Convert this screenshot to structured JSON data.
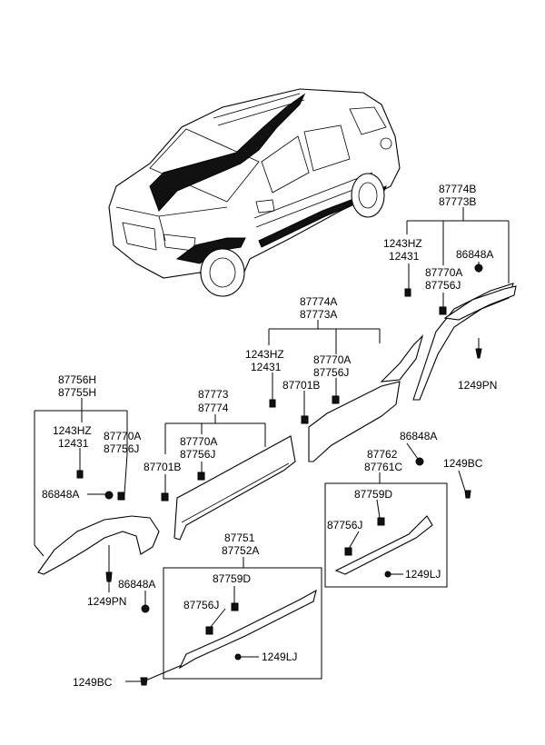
{
  "labels": {
    "p87774B": "87774B",
    "p87773B": "87773B",
    "p1243HZ_r": "1243HZ",
    "p12431_r": "12431",
    "p86848A_r": "86848A",
    "p87770A_r": "87770A",
    "p87756J_r": "87756J",
    "p1249PN_r": "1249PN",
    "p87774A": "87774A",
    "p87773A": "87773A",
    "p1243HZ_m": "1243HZ",
    "p12431_m": "12431",
    "p87770A_m": "87770A",
    "p87756J_m": "87756J",
    "p87701B_m": "87701B",
    "p87773": "87773",
    "p87774": "87774",
    "p87770A_c": "87770A",
    "p87756J_c": "87756J",
    "p87701B_c": "87701B",
    "p87756H": "87756H",
    "p87755H": "87755H",
    "p1243HZ_l": "1243HZ",
    "p12431_l": "12431",
    "p87770A_l": "87770A",
    "p87756J_l": "87756J",
    "p86848A_l": "86848A",
    "p1249PN_l": "1249PN",
    "p86848A_rb": "86848A",
    "p87762": "87762",
    "p87761C": "87761C",
    "p1249BC_r": "1249BC",
    "p87759D_r": "87759D",
    "p87756J_rb": "87756J",
    "p1249LJ_r": "1249LJ",
    "p87751": "87751",
    "p87752A": "87752A",
    "p86848A_cb": "86848A",
    "p87759D_c": "87759D",
    "p87756J_cb": "87756J",
    "p1249LJ_c": "1249LJ",
    "p1249BC_l": "1249BC"
  }
}
